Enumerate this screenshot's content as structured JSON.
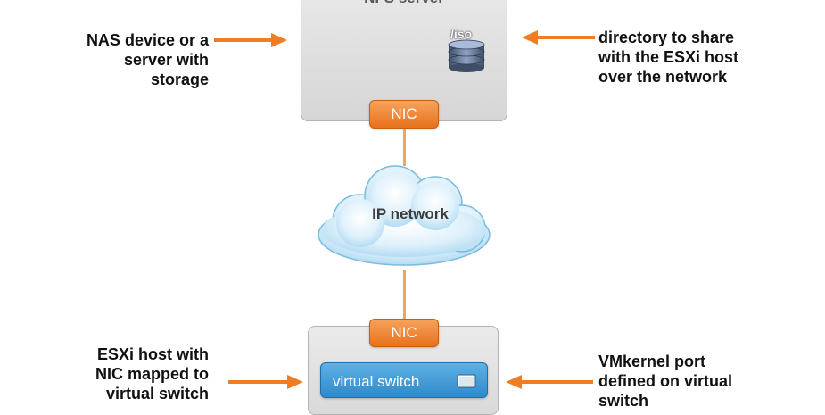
{
  "nfs_server": {
    "title": "NFS server",
    "share_label": "/iso"
  },
  "nic_top": {
    "label": "NIC"
  },
  "network": {
    "label": "IP network"
  },
  "nic_bottom": {
    "label": "NIC"
  },
  "esxi_host": {
    "vswitch_label": "virtual switch"
  },
  "annotations": {
    "nas": [
      "NAS device or a",
      "server with",
      "storage"
    ],
    "directory": [
      "directory to share",
      "with the ESXi host",
      "over the network"
    ],
    "esxi": [
      "ESXi host with",
      "NIC mapped to",
      "virtual switch"
    ],
    "vmkernel": [
      "VMkernel port",
      "defined on virtual",
      "switch"
    ]
  },
  "colors": {
    "arrow": "#f07d23",
    "nic": "#e8711c",
    "vswitch": "#2f89c9",
    "cable": "#f0a55e",
    "cloud": "#bfe3f7"
  },
  "icons": {
    "storage": "database-icon",
    "vmkernel_port": "monitor-icon"
  }
}
